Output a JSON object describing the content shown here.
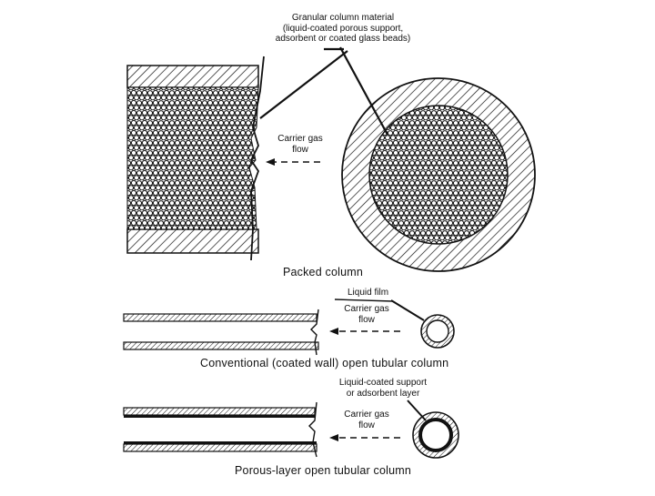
{
  "packed_column": {
    "material_label_lines": [
      "Granular column material",
      "(liquid-coated porous support,",
      "adsorbent or coated glass beads)"
    ],
    "flow_label_lines": [
      "Carrier gas",
      "flow"
    ],
    "caption": "Packed column"
  },
  "coated_wall_column": {
    "film_label": "Liquid film",
    "flow_label_lines": [
      "Carrier gas",
      "flow"
    ],
    "caption": "Conventional (coated wall) open tubular column"
  },
  "porous_layer_column": {
    "layer_label_lines": [
      "Liquid-coated support",
      "or adsorbent layer"
    ],
    "flow_label_lines": [
      "Carrier gas",
      "flow"
    ],
    "caption": "Porous-layer open tubular column"
  }
}
